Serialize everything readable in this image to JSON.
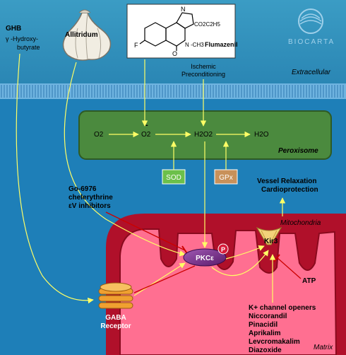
{
  "regions": {
    "extracellular": "Extracellular",
    "mitochondria": "Mitochondria",
    "matrix": "Matrix",
    "peroxisome": "Peroxisome"
  },
  "logo": {
    "text": "BIOCARTA"
  },
  "left_labels": {
    "ghb": "GHB",
    "ghb_full_1": "γ -Hydroxy-",
    "ghb_full_2": "butyrate",
    "allitridum": "Allitridum"
  },
  "flumazenil": {
    "name": "Flumazenil",
    "atom_n": "N",
    "atom_f": "F",
    "atom_o": "O",
    "group_ester": "CO2C2H5",
    "group_methyl": "N -CH3"
  },
  "ischemic": {
    "line1": "Ischemic",
    "line2": "Preconditioning"
  },
  "peroxisome_chain": {
    "o2": "O2",
    "superoxide": "O2",
    "superoxide_charge": "-",
    "h2o2": "H2O2",
    "h2o": "H2O"
  },
  "enzymes": {
    "sod": "SOD",
    "gpx": "GPx"
  },
  "inhibitors": {
    "line1": "Go-6976",
    "line2": "chelerythrine",
    "line3": "εV inhibitors"
  },
  "outcome": {
    "line1": "Vessel Relaxation",
    "line2": "Cardioprotection"
  },
  "proteins": {
    "pkc": "PKCε",
    "phospho": "P",
    "kir": "Kir3",
    "gaba_1": "GABA",
    "gaba_2": "Receptor"
  },
  "atp": "ATP",
  "openers": [
    "K+ channel openers",
    "Niccorandil",
    "Pinacidil",
    "Aprikalim",
    "Levcromakalim",
    "Diazoxide"
  ],
  "colors": {
    "extracellular": "#2b8cb3",
    "membrane": "#5aaad8",
    "cytoplasm": "#1e7fb8",
    "mitochondria_outer": "#c8102e",
    "matrix": "#ff6f91",
    "peroxisome": "#4b8a3e",
    "sod": "#6cc04a",
    "gpx": "#c8915a",
    "pkc": "#7a2a8a",
    "arrow": "#ffff66",
    "inhibit": "#cc0000"
  }
}
